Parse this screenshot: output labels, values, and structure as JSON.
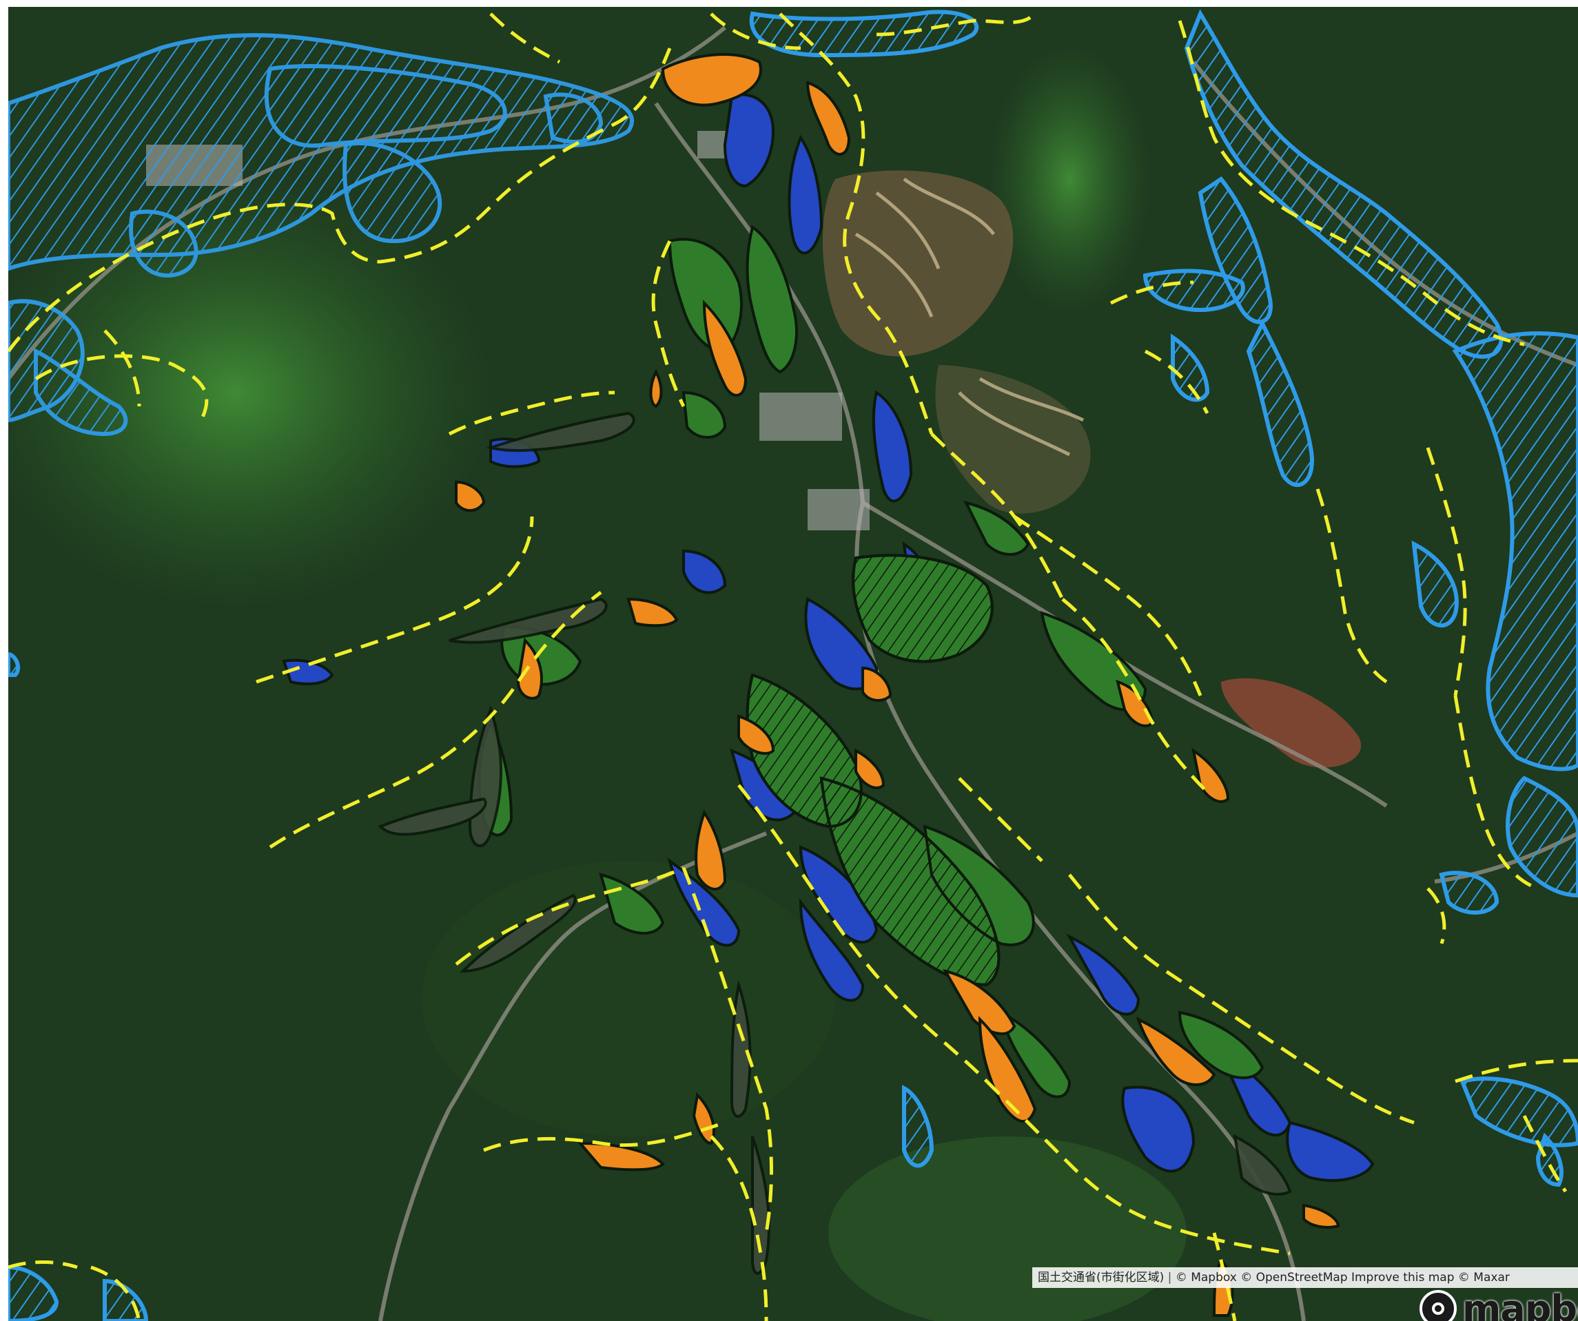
{
  "attribution": {
    "source_jp": "国土交通省(市街化区域)",
    "separator": "|",
    "mapbox": "© Mapbox",
    "osm": "© OpenStreetMap",
    "improve": "Improve this map",
    "maxar": "© Maxar"
  },
  "logo": {
    "wordmark": "mapbox",
    "icon": "mapbox-compass-icon"
  },
  "colors": {
    "forest": "#1d3a1e",
    "forest_light": "#2f6a2c",
    "dashed_boundary": "#f2ef2a",
    "light_blue_parcels": "#2f9be8",
    "dark_blue_parcels": "#2447c4",
    "green_parcels": "#2f7d2a",
    "orange_parcels": "#f08a1d",
    "parcel_outline": "#0c1a0c",
    "landslide": "#b57a5c"
  },
  "legend_visible": false
}
